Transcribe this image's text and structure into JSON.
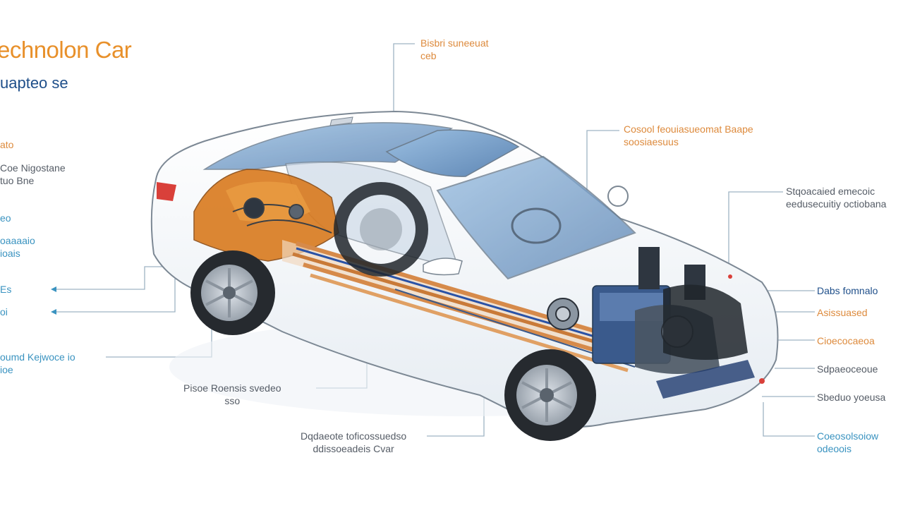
{
  "header": {
    "title": "echnolon Car",
    "subtitle": "uapteo se"
  },
  "labels": {
    "top_center": {
      "line1": "Bisbri suneeuat",
      "line2": "ceb"
    },
    "top_right_1": {
      "line1": "Cosool feouiasueomat Baape",
      "line2": "soosiaesuus"
    },
    "top_right_2": {
      "line1": "Stqoacaied emecoic",
      "line2": "eedusecuitiy octiobana"
    },
    "left_1": {
      "line1": "ato"
    },
    "left_2": {
      "line1": "Coe Nigostane",
      "line2": "tuo Bne"
    },
    "left_3": {
      "line1": "eo"
    },
    "left_4": {
      "line1": "oaaaaio",
      "line2": "ioais"
    },
    "left_5": {
      "line1": "Es"
    },
    "left_6": {
      "line1": "oi"
    },
    "left_7": {
      "line1": "oumd Kejwoce io",
      "line2": "ioe"
    },
    "bottom_center_1": {
      "line1": "Pisoe Roensis svedeo",
      "line2": "sso"
    },
    "bottom_center_2": {
      "line1": "Dqdaeote toficossuedso",
      "line2": "ddissoeadeis Cvar"
    },
    "right_1": {
      "line1": "Dabs fomnalo"
    },
    "right_2": {
      "line1": "Asissuased"
    },
    "right_3": {
      "line1": "Cioecocaeoa"
    },
    "right_4": {
      "line1": "Sdpaeoceoue"
    },
    "right_5": {
      "line1": "Sbeduo yoeusa"
    },
    "right_6": {
      "line1": "Coeosolsoiow",
      "line2": "odeoois"
    }
  },
  "colors": {
    "title": "#e8902a",
    "subtitle": "#1f4f8a",
    "label_blue": "#3a93c0",
    "label_orange": "#dd8a3c",
    "leader_line": "#9fb3c4",
    "car_body": "#ffffff",
    "car_outline": "#7c8894",
    "glass": "#8fb3d6",
    "engine_orange": "#d97a1e",
    "battery_blue": "#3a5a8c",
    "cable_copper": "#d68a4a"
  },
  "icons": [
    "car-cutaway-illustration",
    "wheel-icon",
    "engine-icon",
    "battery-pack-icon"
  ]
}
